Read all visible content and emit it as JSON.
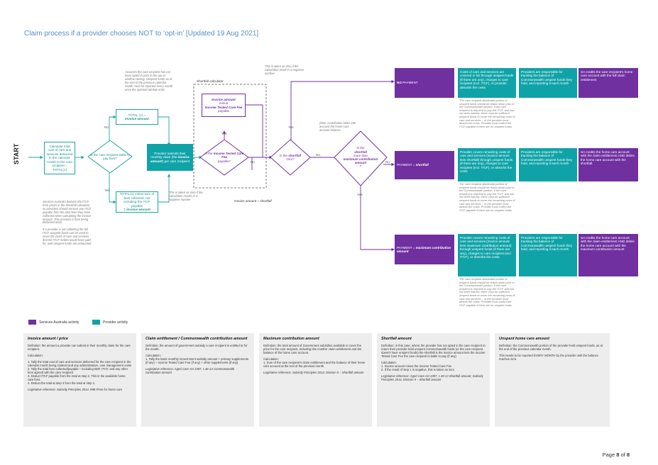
{
  "header": {
    "title": "Claim process if a provider chooses NOT to ‘opt-in’ [Updated 19 Aug 2021]",
    "start": "START"
  },
  "flow": {
    "calc_total": "Calculate total cost of care and services delivered in the calendar month to the care recipient – TOTAL(1)",
    "decision_liable": "Is the care recipient liable to pay fees?",
    "no": "No",
    "yes": "Yes",
    "total_invoice_a": "TOTAL (1) =",
    "total_invoice_b": "invoice amount",
    "total_minus_a": "TOTAL(1) minus sum of fees collected, not including the ITCF payable",
    "total_minus_b": "= invoice amount",
    "provider_submits_a": "Provider submits their monthly claim (the",
    "provider_submits_b": "invoice amount",
    "provider_submits_c": ") per care recipient",
    "note_assumes": "Assumes the care recipient has not been opted in prior to the opt-in window closing. Unspent funds as at the end of the previous calendar month must be reported every month once the optional window ends",
    "note_services_australia": "Services Australia deducts the ITCF from prices in the Shortfall calculator, so providers should remove any ITCF payable from the total fees they have collected when calculating the invoice amount. This prevents it from being deducted twice.",
    "note_if_provider": "If a provider is not collecting the full ITCF, unspent funds can be used to cover the costs of care and services that the ITCF makes would have paid for, until unspent funds are exhausted.",
    "note_zero_a": "This is taken as zero if the calculation results in a negative number",
    "note_zero_b": "This is taken as zero if the calculation result in a negative number",
    "shortfall_calculator": "Shortfall calculator",
    "invoice_minus_a": "Invoice amount",
    "invoice_minus_b": "minus",
    "invoice_minus_c": "Income Tested Care Fee",
    "invoice_minus_d": "payable",
    "decision_itcf_a": "Is the",
    "decision_itcf_b": "Income Tested Care Fee",
    "decision_itcf_c": "payable?",
    "invoice_equals_shortfall": "Invoice amount = shortfall",
    "decision_shortfall_zero_a": "Is the",
    "decision_shortfall_zero_b": "shortfall",
    "decision_shortfall_zero_c": "zero?",
    "note_max_contribution": "(Max. contribution takes into account the home care account balance",
    "decision_shortfall_more_a": "Is the",
    "decision_shortfall_more_b": "shortfall",
    "decision_shortfall_more_c": "more than",
    "decision_shortfall_more_d": "maximum contribution amount",
    "decision_shortfall_more_e": "?"
  },
  "outcomes": [
    {
      "payment_a": "NO",
      "payment_b": "PAYMENT",
      "provider": "Costs of care and services are covered in full through unspent funds (if there are any), charges to care recipient (incl. ITCF), or provider absorbs the costs",
      "tracking": "Providers are responsible for tracking the balance of Commonwealth unspent funds they hold, and reporting it each month",
      "sa": "SA credits the care recipient’s home care account with the full claim entitlement",
      "note": "The care recipient distributed portion of unspent funds should be drawn down prior to the Commonwealth portion. If the care recipient is required to pay the ITCF, and has not been waived, there must be sufficient unspent funds to cover the remaining costs of care and services – or the provider must absorb the costs. Provider must collect the ITCF payable if there are no unspent funds."
    },
    {
      "payment_a": "PAYMENT =",
      "payment_b": "shortfall",
      "provider": "Provider covers remaining costs of care and services (invoice amount less shortfall) through unspent funds (if there are any), charges to care recipient (incl. ITCF), or absorbs the costs",
      "tracking": "Providers are responsible for tracking the balance of Commonwealth unspent funds they hold, and reporting it each month",
      "sa": "SA credits the home care account with the claim entitlement AND debits the home care account with the shortfall.",
      "note": "The care recipient distributed portion of unspent funds should be drawn down prior to the Commonwealth portion. If the care recipient is required to pay the ITCF, and has not been waived, there must be sufficient unspent funds to cover the remaining costs of care and services – or the provider must absorb the costs. Provider must collect the ITCF payable if there are no unspent funds."
    },
    {
      "payment_a": "PAYMENT =",
      "payment_b": "maximum contribution amount",
      "provider": "Provider covers remaining costs of care and services (invoice amount less maximum contribution amount) through unspent funds (if there are any), charges to care recipient (incl. ITCF), or absorbs the costs",
      "tracking": "Providers are responsible for tracking the balance of Commonwealth unspent funds they hold, and reporting it each month",
      "sa": "SA credits the home care account with the claim entitlement AND debits the home care account with the maximum contribution amount",
      "note": "The care recipient distributed portion of unspent funds should be drawn down prior to the Commonwealth portion. If the care recipient is required to pay the ITCF, and has not been waived, there must be sufficient unspent funds to cover the remaining costs of care and services – or the provider must absorb the costs. Provider must collect the ITCF payable if there are no unspent funds."
    }
  ],
  "legend": {
    "services_australia": "Services Australia activity",
    "provider": "Provider activity",
    "services_australia_color": "#7030a0",
    "provider_color": "#0fa3a8"
  },
  "definitions": [
    {
      "title": "Invoice amount / price",
      "body": [
        "Definition: the amount a provider can submit in their monthly claim for the care recipient.",
        "Calculation:",
        "1. Tally the total cost of care and services delivered for the care recipient in the calendar month being claimed and any administrative, care management costs",
        "2. Tally the total fees collected/payable – including BDF, ITCF, and any other fees agreed with the care recipient",
        "3. Deduct ITCF payable from the total at step 2. This is the available home care fees.",
        "4. Deduct the total at step 3 from the total at step 1.",
        "Legislative reference: Subsidy Principles 2014, 99B Price for home care"
      ]
    },
    {
      "title": "Claim entitlement / Commonwealth contribution amount",
      "body": [
        "Definition: the amount of government subsidy a care recipient is entitled to for the month.",
        "Calculation:",
        "1. Tally the basic monthly Government subsidy amount + primary supplements (if any) – Income Tested Care Fee (if any) + other supplements (if any)",
        "Legislative reference: Aged Care Act 1997, s 48-1A Commonwealth contribution amount"
      ]
    },
    {
      "title": "Maximum contribution amount",
      "body": [
        "Definition: the total amount of Government subsidies available to cover the price for the care recipient, including this months’ claim entitlement and the balance of the home care account.",
        "Calculation:",
        "1. Sum of the care recipient’s claim entitlement and the balance of their home care account at the end of the previous month.",
        "Legislative reference: Subsidy Principles 2014, Division 5 – Shortfall amount"
      ]
    },
    {
      "title": "Shortfall amount",
      "body": [
        "Definition: in this case, where the provider has not opted in the care recipient to return their provider-held unspent Commonwealth funds (or the care recipient doesn’t have unspent funds) the shortfall is the invoice amount less the Income Tested Care Fee the care recipient is liable to pay (if any)",
        "Calculation:",
        "1. Invoice amount minus the Income Tested Care Fee",
        "2. If the result of step 1 is negative, this is taken as zero",
        "Legislative reference: Aged Care Act 1997, s 48-13 Shortfall amount; Subsidy Principles 2014, Division 5 – Shortfall amount"
      ]
    },
    {
      "title": "Unspent home care amount",
      "body": [
        "Definition: the Commonwealth portion of the provider-held unspent funds, as at the end of the previous calendar month.",
        "This needs to be reported EVERY MONTH by the provider until the balance reaches zero."
      ]
    }
  ],
  "footer": {
    "page_prefix": "Page ",
    "page_num": "8",
    "page_mid": " of ",
    "page_total": "8"
  }
}
